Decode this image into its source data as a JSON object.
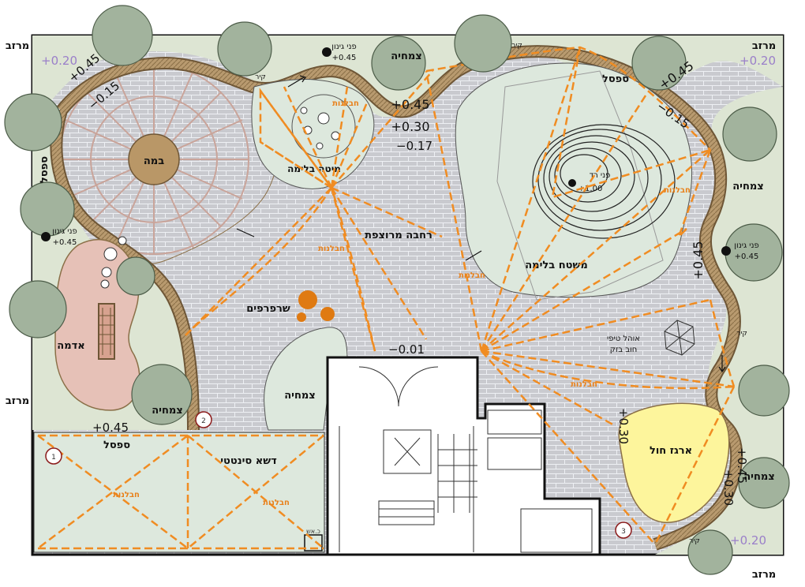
{
  "colors": {
    "paving": "#c9cacf",
    "paving_line": "#eef0f4",
    "lawn": "#dde5d3",
    "mulch_light": "#e9eee2",
    "wood": "#b89a6f",
    "wood_dark": "#6e5636",
    "tree": "#a2b39d",
    "tree_edge": "#4c5c48",
    "dirt": "#e6c1b7",
    "sand": "#fdf59c",
    "net": "#f08c22",
    "orange_dot": "#df7a12",
    "border": "#111111",
    "level_purple": "#9a7fc9"
  },
  "areas": {
    "stage": "במה",
    "dirt": "אדמה",
    "synthetic_grass": "דשא סינטטי",
    "sandbox": "ארגז חול",
    "climbing_bench": "ספסל",
    "trampolines": "שרפרפים",
    "tiled_plaza": "רחבה מרוצפת",
    "climbing_table": "מיטה בלימה",
    "climbing_surface": "משטח בלימה",
    "plants": "צמחיה",
    "pergola_note": "אוהל טיפי",
    "pergola_note2": "חוב בזק",
    "net_label": "חבלנות"
  },
  "levels": {
    "lv1": "+0.45",
    "lv2": "−0.15",
    "lv3": "+0.45",
    "lv4": "+0.30",
    "lv5": "−0.17",
    "lv6": "+0.45",
    "lv7": "−0.15",
    "lv8": "+0.45",
    "lv9": "−0.01",
    "lv10": "+0.45",
    "lv11": "+0.30",
    "lv12": "+0.45",
    "lv13": "+0.30",
    "lv14": "+1.00",
    "lv15": "+0.45",
    "purple1": "+0.20",
    "purple2": "+0.20",
    "purple3": "+0.20"
  },
  "notes": {
    "garden_face": "פני גינון",
    "garden_face_val": "+0.45",
    "wall": "קיר",
    "edge": "מרזב",
    "center_mark": "פני רד",
    "cant_ass": "כ.אש",
    "ref1": "1",
    "ref2": "2",
    "ref3": "3"
  }
}
